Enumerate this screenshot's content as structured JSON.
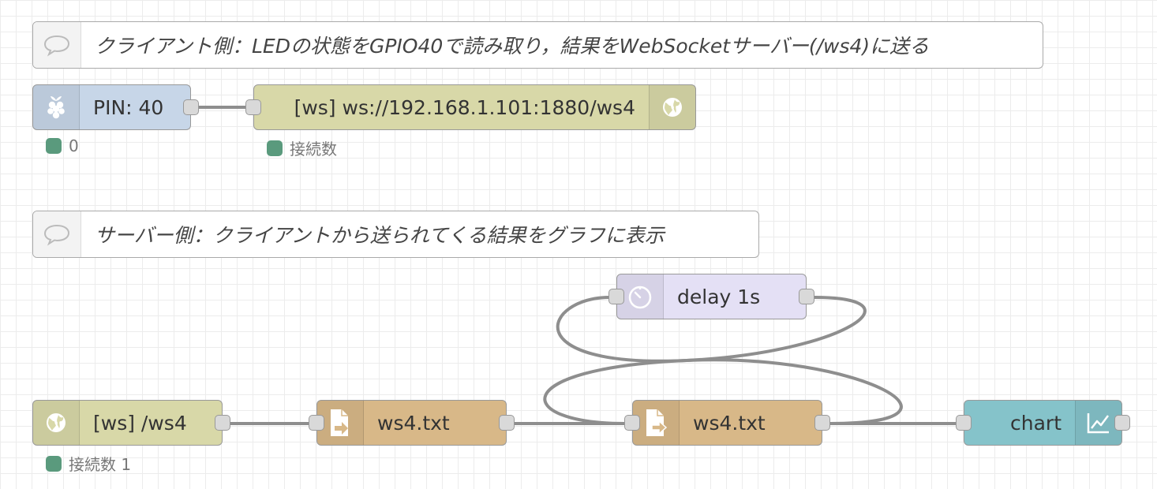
{
  "colors": {
    "rpi_gpio": "#c7d6e8",
    "websocket": "#d8d8a8",
    "file": "#d8b888",
    "delay": "#e4e0f5",
    "chart": "#85c3ca",
    "status_connected": "#5a9a7d",
    "wire": "#8e8e8e"
  },
  "comments": [
    {
      "icon": "comment-icon",
      "text": "クライアント側：LEDの状態をGPIO40で読み取り，結果をWebSocketサーバー(/ws4)に送る"
    },
    {
      "icon": "comment-icon",
      "text": "サーバー側：クライアントから送られてくる結果をグラフに表示"
    }
  ],
  "nodes": {
    "gpio_in": {
      "label": "PIN: 40",
      "icon": "raspberry-pi-icon",
      "status": "0"
    },
    "ws_out": {
      "label": "[ws] ws://192.168.1.101:1880/ws4",
      "icon": "globe-icon",
      "status": "接続数"
    },
    "ws_in": {
      "label": "[ws] /ws4",
      "icon": "globe-icon",
      "status": "接続数 1"
    },
    "file_write": {
      "label": "ws4.txt",
      "icon": "file-in-icon"
    },
    "file_read": {
      "label": "ws4.txt",
      "icon": "file-out-icon"
    },
    "delay": {
      "label": "delay 1s",
      "icon": "timer-icon"
    },
    "chart": {
      "label": "chart",
      "icon": "chart-line-icon"
    }
  }
}
